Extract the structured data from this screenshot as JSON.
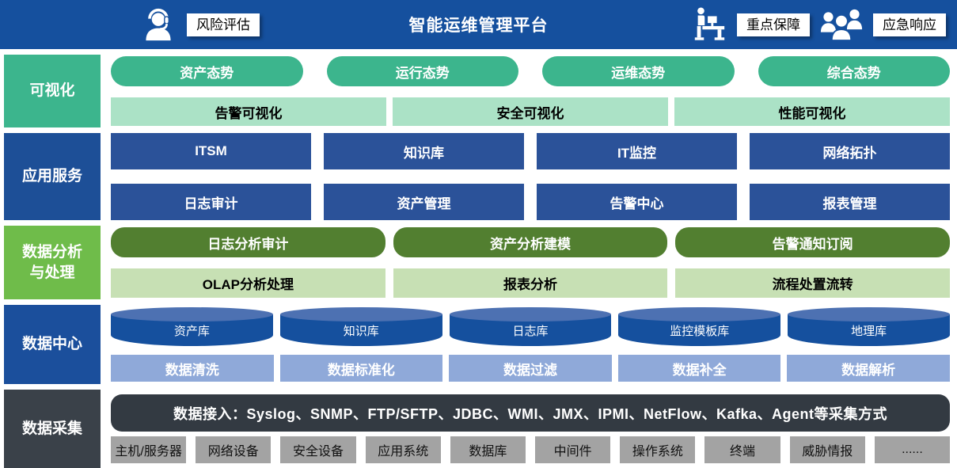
{
  "header": {
    "title": "智能运维管理平台",
    "risk_badge": "风险评估",
    "protection_badge": "重点保障",
    "emergency_badge": "应急响应"
  },
  "rows": {
    "visualization": {
      "label": "可视化",
      "pills": [
        "资产态势",
        "运行态势",
        "运维态势",
        "综合态势"
      ],
      "bars": [
        "告警可视化",
        "安全可视化",
        "性能可视化"
      ]
    },
    "app_services": {
      "label": "应用服务",
      "box_rows": [
        [
          "ITSM",
          "知识库",
          "IT监控",
          "网络拓扑"
        ],
        [
          "日志审计",
          "资产管理",
          "告警中心",
          "报表管理"
        ]
      ]
    },
    "data_analysis": {
      "label_lines": [
        "数据分析",
        "与处理"
      ],
      "pills": [
        "日志分析审计",
        "资产分析建模",
        "告警通知订阅"
      ],
      "bars": [
        "OLAP分析处理",
        "报表分析",
        "流程处置流转"
      ]
    },
    "data_center": {
      "label": "数据中心",
      "cylinders": [
        "资产库",
        "知识库",
        "日志库",
        "监控模板库",
        "地理库"
      ],
      "bars": [
        "数据清洗",
        "数据标准化",
        "数据过滤",
        "数据补全",
        "数据解析"
      ]
    },
    "data_collection": {
      "label": "数据采集",
      "access_bar": "数据接入：Syslog、SNMP、FTP/SFTP、JDBC、WMI、JMX、IPMI、NetFlow、Kafka、Agent等采集方式",
      "sources": [
        "主机/服务器",
        "网络设备",
        "安全设备",
        "应用系统",
        "数据库",
        "中间件",
        "操作系统",
        "终端",
        "威胁情报",
        "......"
      ]
    }
  },
  "colors": {
    "header_blue": "#15509e",
    "teal": "#3cb58d",
    "mint": "#abe2c6",
    "app_blue": "#2b5299",
    "green": "#6fbc4a",
    "dark_green": "#527f30",
    "light_green": "#c7e0b4",
    "cylinder_blue": "#15509e",
    "cylinder_top": "#4d71b2",
    "periwinkle": "#8fa9d9",
    "slate": "#3a4149",
    "dark_bar": "#333a42",
    "gray": "#a3a3a3"
  }
}
